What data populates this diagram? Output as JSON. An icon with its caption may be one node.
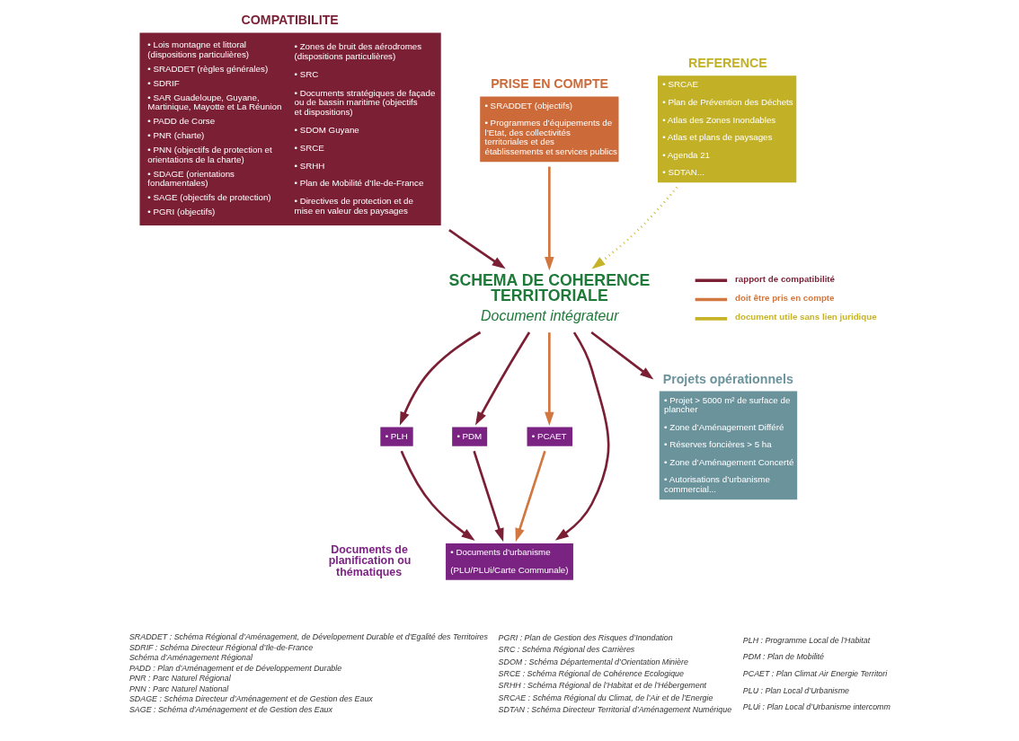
{
  "diagram": {
    "nodes": [
      {
        "text": [
          "COMPATIBILITE",
          "• Lois montagne et littoral (dispositions particulières)",
          "• SRADDET (règles générales)",
          "• SDRIF",
          "• SAR Guadeloupe, Guyane, Martinique, Mayotte et La Réunion",
          "• PADD de Corse",
          "• PNR (charte)",
          "• PNN (objectifs de protection et orientations de la charte)",
          "• SDAGE (orientations fondamentales)",
          "• SAGE (objectifs de protection)",
          "• PGRI (objectifs)",
          "• Zones de bruit des aérodromes (dispositions particulières)",
          "• SRC",
          "• Documents stratégiques de façade ou de bassin maritime (objectifs et dispositions)",
          "• SDOM Guyane",
          "• SRCE",
          "• SRHH",
          "• Plan de Mobilité d’Ile-de-France",
          "• Directives de protection et de mise en valeur des paysages"
        ]
      },
      {
        "text": [
          "PRISE EN COMPTE",
          "• SRADDET (objectifs)",
          "• Programmes d’équipements de l’Etat, des collectivités territoriales et des établissements et services publics"
        ]
      },
      {
        "text": [
          "REFERENCE",
          "• SRCAE",
          "• Plan de Prévention des Déchets",
          "• Atlas des Zones Inondables",
          "• Atlas et plans de paysages",
          "• Agenda 21",
          "• SDTAN..."
        ]
      },
      {
        "text": [
          "SCHEMA DE COHERENCE TERRITORIALE",
          "Document intégrateur"
        ]
      },
      {
        "text": [
          "• PLH"
        ]
      },
      {
        "text": [
          "• PDM"
        ]
      },
      {
        "text": [
          "• PCAET"
        ]
      },
      {
        "text": [
          "• Documents d’urbanisme",
          "(PLU/PLUi/Carte Communale)"
        ]
      },
      {
        "text": [
          "Projets opérationnels",
          "• Projet > 5000 m² de surface de plancher",
          "• Zone d’Aménagement Différé",
          "• Réserves foncières > 5 ha",
          "• Zone d’Aménagement Concerté",
          "• Autorisations d’urbanisme commercial..."
        ]
      }
    ],
    "edges": [
      {
        "from": 0,
        "to": 3,
        "arrow": "to"
      },
      {
        "from": 1,
        "to": 3,
        "arrow": "to",
        "color": "#d2773f"
      },
      {
        "from": 2,
        "to": 3,
        "arrow": "to",
        "style": "dashed",
        "color": "#c6b32a"
      },
      {
        "from": 3,
        "to": 4,
        "arrow": "to"
      },
      {
        "from": 3,
        "to": 5,
        "arrow": "to"
      },
      {
        "from": 3,
        "to": 6,
        "arrow": "to",
        "color": "#d2773f"
      },
      {
        "from": 3,
        "to": 7,
        "arrow": "to"
      },
      {
        "from": 3,
        "to": 8,
        "arrow": "to"
      },
      {
        "from": 4,
        "to": 7,
        "arrow": "to"
      },
      {
        "from": 5,
        "to": 7,
        "arrow": "to"
      },
      {
        "from": 6,
        "to": 7,
        "arrow": "to",
        "color": "#d2773f"
      }
    ],
    "labels": [
      "Documents de planification ou thématiques",
      "SRADDET : Schéma Régional d’Aménagement, de Dévelopement Durable et d’Egalité des Territoires",
      "SDRIF : Schéma Directeur Régional d’Ile-de-France",
      "Schéma d’Aménagement Régional",
      "PADD : Plan d’Aménagement et de Développement Durable",
      "PNR : Parc Naturel Régional",
      "PNN : Parc Naturel National",
      "SDAGE : Schéma Directeur d’Aménagement et de Gestion des Eaux",
      "SAGE : Schéma d’Aménagement et de Gestion des Eaux",
      "PGRI : Plan de Gestion des Risques d’Inondation",
      "SRC : Schéma Régional des Carrières",
      "SDOM : Schéma Départemental d’Orientation Minière",
      "SRCE : Schéma Régional de Cohérence Ecologique",
      "SRHH : Schéma Régional de l’Habitat et de l’Hébergement",
      "SRCAE : Schéma Régional du Climat, de l’Air et de l’Energie",
      "SDTAN : Schéma Directeur Territorial d’Aménagement Numérique",
      "PLH : Programme Local de l’Habitat",
      "PDM : Plan de Mobilité",
      "PCAET : Plan Climat Air Energie Territori",
      "PLU : Plan Local d’Urbanisme",
      "PLUi : Plan Local d’Urbanisme intercomm"
    ],
    "legend": [
      {
        "text": "rapport de compatibilité",
        "color": "#7b1f35"
      },
      {
        "text": "doit être pris en compte",
        "color": "#d2773f"
      },
      {
        "text": "document utile sans lien juridique",
        "color": "#c6b32a"
      }
    ]
  }
}
